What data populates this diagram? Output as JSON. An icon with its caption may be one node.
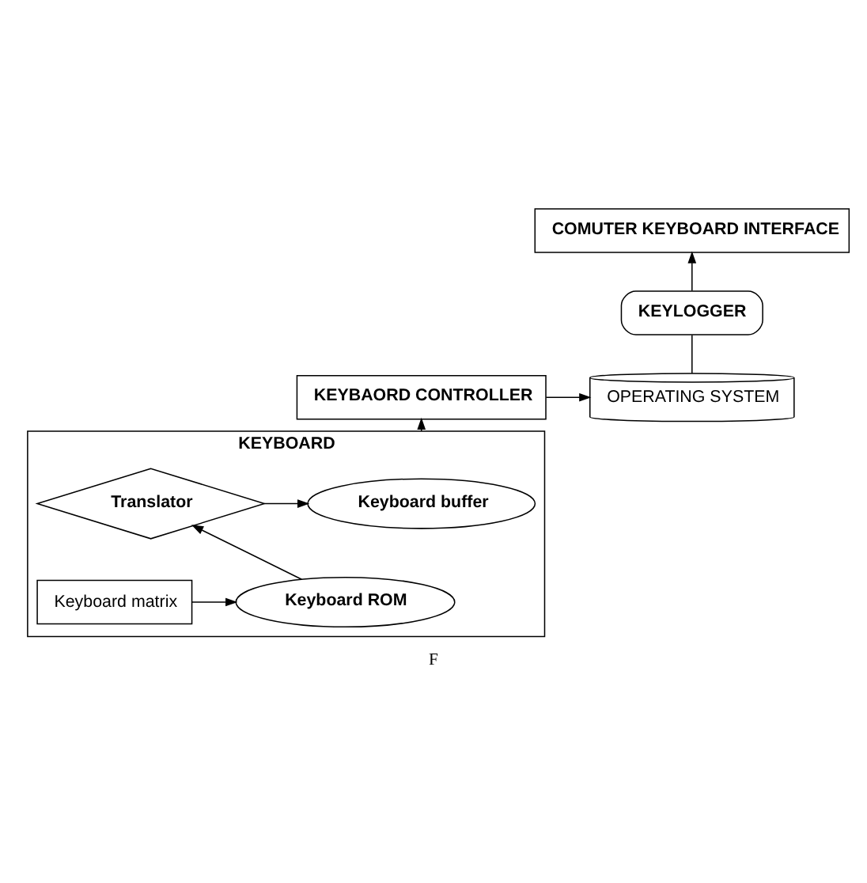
{
  "diagram": {
    "caption": "F",
    "nodes": [
      {
        "text": [
          "COMUTER KEYBOARD INTERFACE"
        ]
      },
      {
        "text": [
          "KEYLOGGER"
        ]
      },
      {
        "text": [
          "OPERATING SYSTEM"
        ]
      },
      {
        "text": [
          "KEYBAORD CONTROLLER"
        ]
      },
      {
        "text": [
          "KEYBOARD"
        ]
      },
      {
        "text": [
          "Keyboard buffer"
        ],
        "in": 4
      },
      {
        "text": [
          "Translator"
        ],
        "in": 4
      },
      {
        "text": [
          "Keyboard matrix"
        ],
        "in": 4
      },
      {
        "text": [
          "Keyboard ROM"
        ],
        "in": 4
      }
    ],
    "edges": [
      {
        "from": 1,
        "to": 0,
        "arrow": "to"
      },
      {
        "from": 2,
        "to": 1,
        "arrow": "none"
      },
      {
        "from": 3,
        "to": 2,
        "arrow": "to"
      },
      {
        "from": 4,
        "to": 3,
        "arrow": "to"
      },
      {
        "from": 7,
        "to": 8,
        "arrow": "to"
      },
      {
        "from": 8,
        "to": 6,
        "arrow": "to"
      },
      {
        "from": 6,
        "to": 5,
        "arrow": "to"
      }
    ]
  }
}
